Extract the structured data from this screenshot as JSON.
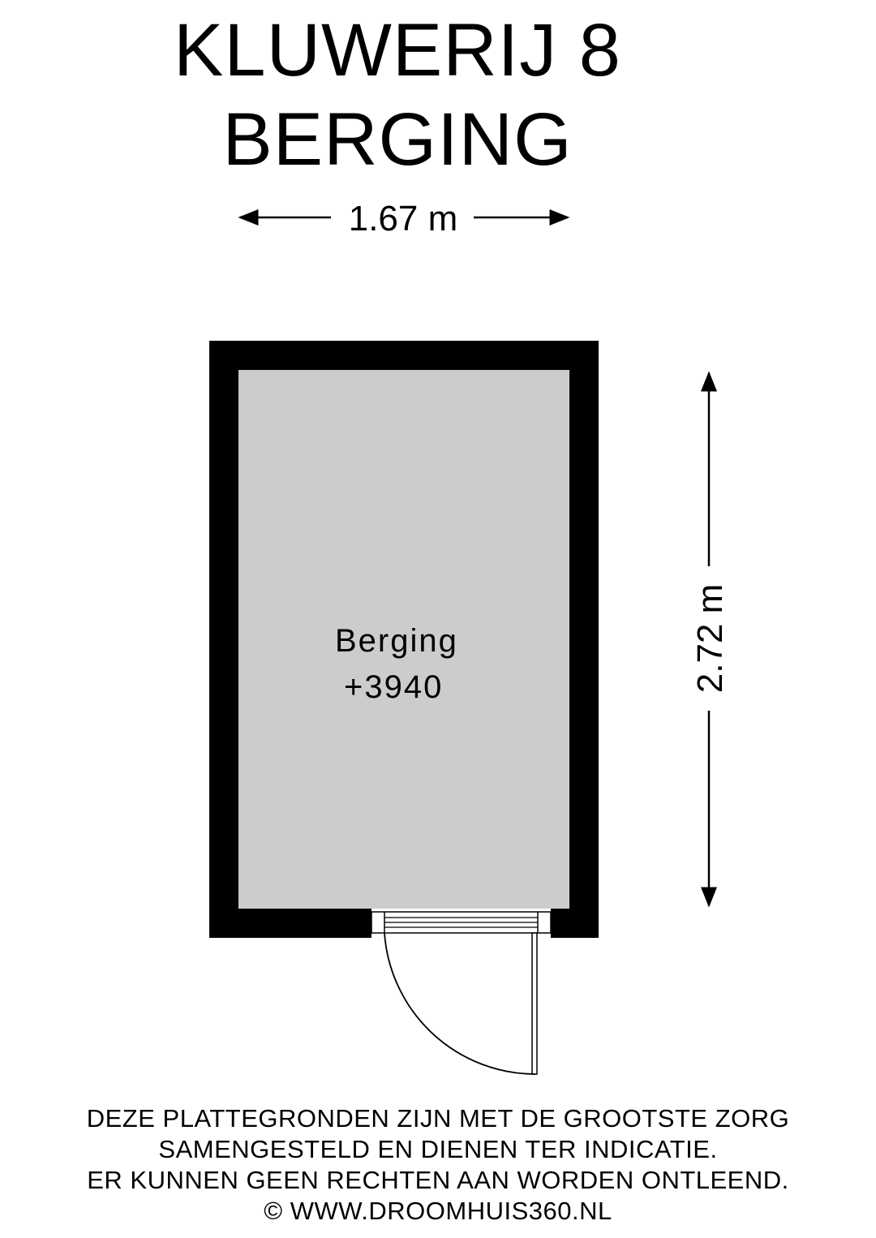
{
  "title": {
    "line1": "KLUWERIJ 8",
    "line2": "BERGING"
  },
  "dimensions": {
    "width_label": "1.67 m",
    "height_label": "2.72 m"
  },
  "room": {
    "name": "Berging",
    "level": "+3940"
  },
  "disclaimer": {
    "line1": "DEZE PLATTEGRONDEN ZIJN MET DE GROOTSTE ZORG",
    "line2": "SAMENGESTELD EN DIENEN TER INDICATIE.",
    "line3": "ER KUNNEN GEEN RECHTEN AAN WORDEN ONTLEEND.",
    "line4": "© WWW.DROOMHUIS360.NL"
  },
  "colors": {
    "wall": "#000000",
    "floor": "#cccccc",
    "background": "#ffffff"
  }
}
